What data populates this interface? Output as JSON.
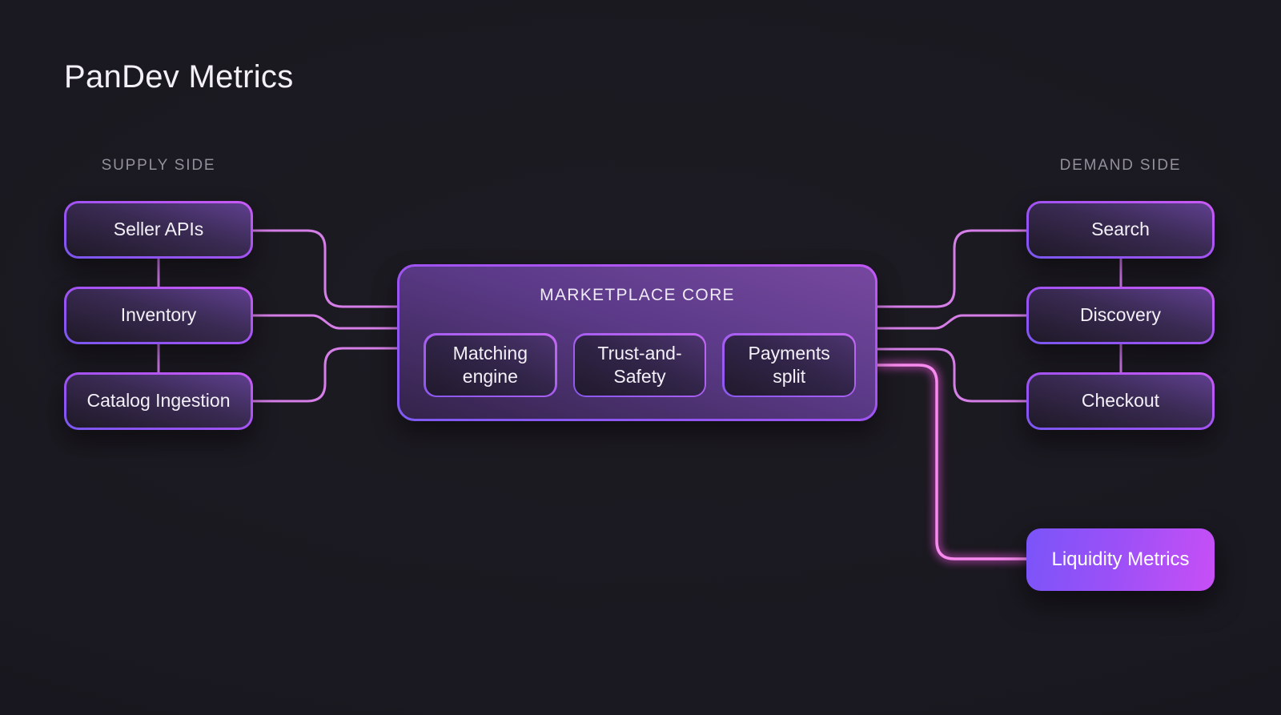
{
  "title": "PanDev Metrics",
  "columns": {
    "supply": {
      "label": "SUPPLY SIDE",
      "nodes": [
        {
          "label": "Seller APIs"
        },
        {
          "label": "Inventory"
        },
        {
          "label": "Catalog Ingestion"
        }
      ]
    },
    "demand": {
      "label": "DEMAND SIDE",
      "nodes": [
        {
          "label": "Search"
        },
        {
          "label": "Discovery"
        },
        {
          "label": "Checkout"
        }
      ]
    }
  },
  "core": {
    "title": "MARKETPLACE CORE",
    "modules": [
      {
        "label": "Matching engine"
      },
      {
        "label": "Trust-and-Safety"
      },
      {
        "label": "Payments split"
      }
    ]
  },
  "metrics": {
    "label": "Liquidity Metrics"
  },
  "edges": [
    {
      "from": "Seller APIs",
      "to": "Marketplace Core"
    },
    {
      "from": "Inventory",
      "to": "Marketplace Core"
    },
    {
      "from": "Catalog Ingestion",
      "to": "Marketplace Core"
    },
    {
      "from": "Marketplace Core",
      "to": "Search"
    },
    {
      "from": "Marketplace Core",
      "to": "Discovery"
    },
    {
      "from": "Marketplace Core",
      "to": "Checkout"
    },
    {
      "from": "Marketplace Core",
      "to": "Liquidity Metrics",
      "style": "glow"
    },
    {
      "from": "Seller APIs",
      "to": "Inventory"
    },
    {
      "from": "Inventory",
      "to": "Catalog Ingestion"
    },
    {
      "from": "Search",
      "to": "Discovery"
    },
    {
      "from": "Discovery",
      "to": "Checkout"
    }
  ],
  "colors": {
    "background": "#1a1820",
    "node_border_start": "#7a56f0",
    "node_border_end": "#cb5af6",
    "node_fill_light": "#5f3f8e",
    "node_fill_dark": "#1f1927",
    "core_fill_light": "#76489f",
    "core_fill_dark": "#332349",
    "connector": "#d67ee8",
    "connector_vertical": "#cd77e7",
    "glow_line": "#f78aee",
    "glow_halo": "#e44fd6",
    "liquidity_gradient_start": "#7a55f9",
    "liquidity_gradient_end": "#c84ff6",
    "text_primary": "#f3f0f7",
    "text_muted": "#93909c"
  }
}
